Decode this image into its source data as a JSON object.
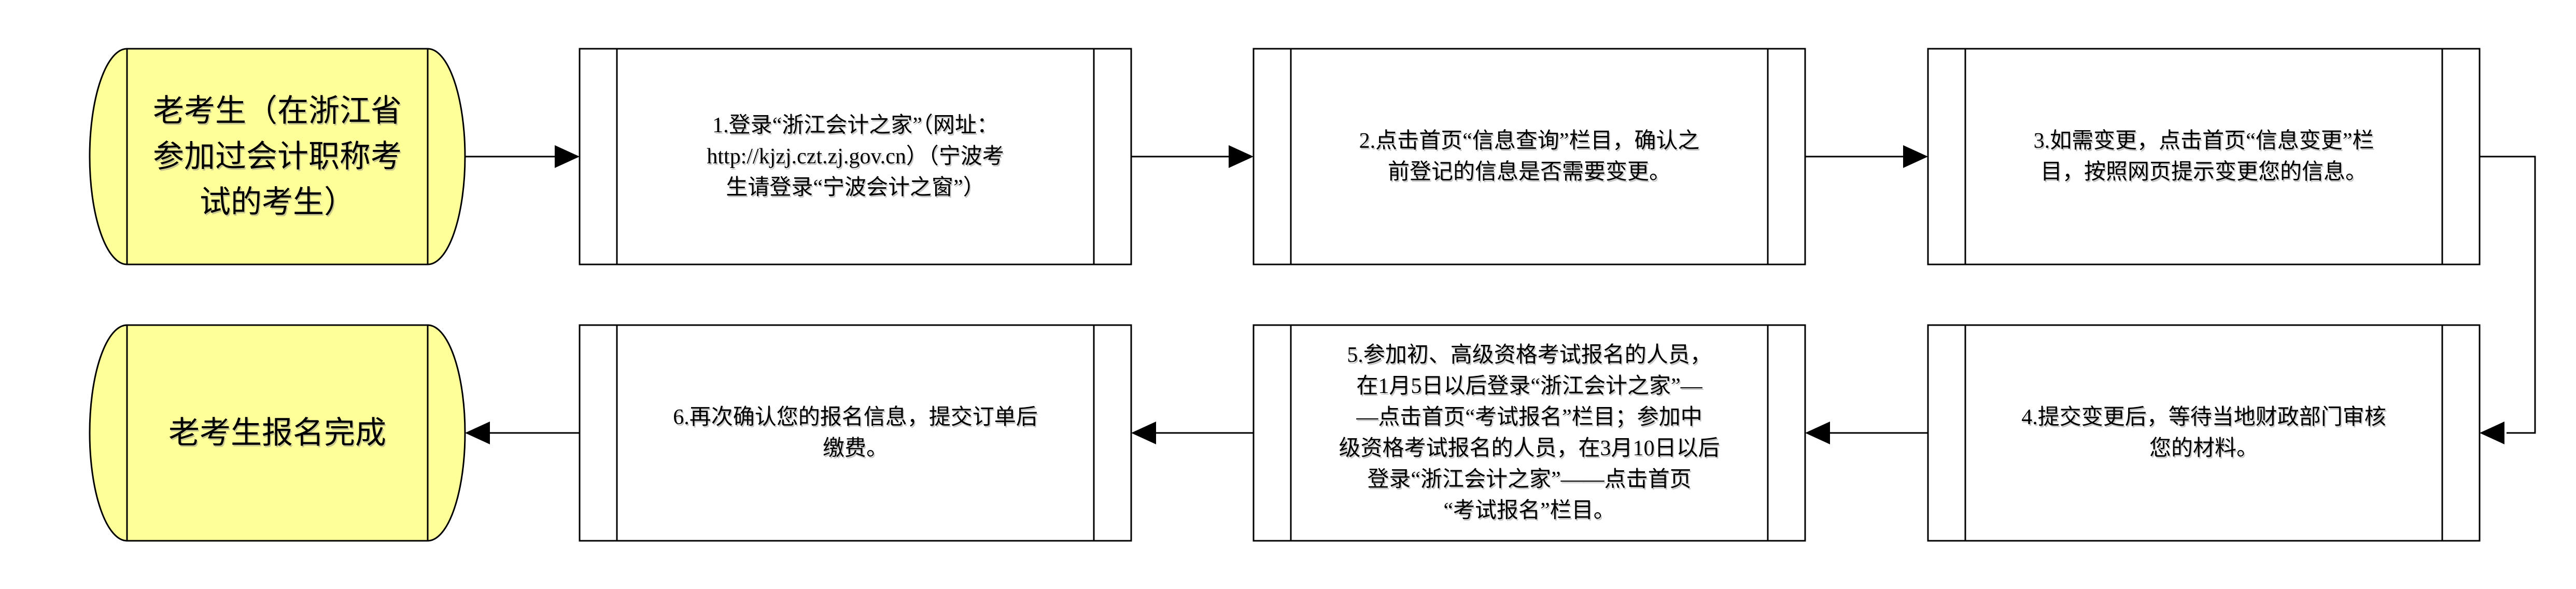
{
  "flow": {
    "type": "flowchart",
    "colors": {
      "terminator_fill": "#FFFF99",
      "process_fill": "#FFFFFF",
      "stroke": "#000000",
      "background": "#FFFFFF"
    },
    "nodes": [
      {
        "id": "start",
        "shape": "terminator-drum",
        "label": "老考生（在浙江省\n参加过会计职称考\n试的考生）"
      },
      {
        "id": "step1",
        "shape": "predefined-process",
        "label": "1.登录“浙江会计之家”（网址：\nhttp://kjzj.czt.zj.gov.cn）（宁波考\n生请登录“宁波会计之窗”）"
      },
      {
        "id": "step2",
        "shape": "predefined-process",
        "label": "2.点击首页“信息查询”栏目，确认之\n前登记的信息是否需要变更。"
      },
      {
        "id": "step3",
        "shape": "predefined-process",
        "label": "3.如需变更，点击首页“信息变更”栏\n目，按照网页提示变更您的信息。"
      },
      {
        "id": "step4",
        "shape": "predefined-process",
        "label": "4.提交变更后，等待当地财政部门审核\n您的材料。"
      },
      {
        "id": "step5",
        "shape": "predefined-process",
        "label": "5.参加初、高级资格考试报名的人员，\n在1月5日以后登录“浙江会计之家”—\n—点击首页“考试报名”栏目；参加中\n级资格考试报名的人员，在3月10日以后\n登录“浙江会计之家”——点击首页\n“考试报名”栏目。"
      },
      {
        "id": "step6",
        "shape": "predefined-process",
        "label": "6.再次确认您的报名信息，提交订单后\n缴费。"
      },
      {
        "id": "end",
        "shape": "terminator-drum",
        "label": "老考生报名完成"
      }
    ],
    "edges": [
      {
        "from": "start",
        "to": "step1"
      },
      {
        "from": "step1",
        "to": "step2"
      },
      {
        "from": "step2",
        "to": "step3"
      },
      {
        "from": "step3",
        "to": "step4"
      },
      {
        "from": "step4",
        "to": "step5"
      },
      {
        "from": "step5",
        "to": "step6"
      },
      {
        "from": "step6",
        "to": "end"
      }
    ]
  }
}
